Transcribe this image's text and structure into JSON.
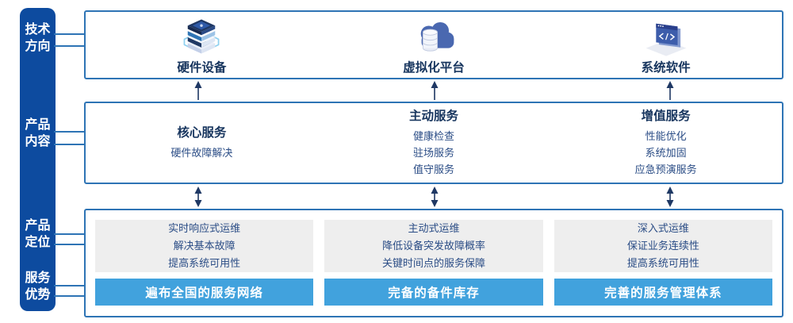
{
  "sidebar": {
    "items": [
      {
        "label": "技术方向",
        "line1": "技术",
        "line2": "方向"
      },
      {
        "label": "产品内容",
        "line1": "产品",
        "line2": "内容"
      },
      {
        "label": "产品定位",
        "line1": "产品",
        "line2": "定位"
      },
      {
        "label": "服务优势",
        "line1": "服务",
        "line2": "优势"
      }
    ]
  },
  "tech_row": {
    "items": [
      {
        "label": "硬件设备",
        "icon": "server-stack-icon"
      },
      {
        "label": "虚拟化平台",
        "icon": "cloud-database-icon"
      },
      {
        "label": "系统软件",
        "icon": "code-window-icon"
      }
    ]
  },
  "content_row": {
    "columns": [
      {
        "heading": "核心服务",
        "items": [
          "硬件故障解决"
        ]
      },
      {
        "heading": "主动服务",
        "items": [
          "健康检查",
          "驻场服务",
          "值守服务"
        ]
      },
      {
        "heading": "增值服务",
        "items": [
          "性能优化",
          "系统加固",
          "应急预演服务"
        ]
      }
    ]
  },
  "bottom_row": {
    "columns": [
      {
        "positioning": [
          "实时响应式运维",
          "解决基本故障",
          "提高系统可用性"
        ],
        "advantage": "遍布全国的服务网络"
      },
      {
        "positioning": [
          "主动式运维",
          "降低设备突发故障概率",
          "关键时间点的服务保障"
        ],
        "advantage": "完备的备件库存"
      },
      {
        "positioning": [
          "深入式运维",
          "保证业务连续性",
          "提高系统可用性"
        ],
        "advantage": "完善的服务管理体系"
      }
    ]
  },
  "colors": {
    "sidebar_bg": "#0d4b9f",
    "box_border": "#2e74b5",
    "heading_text": "#17355e",
    "body_text": "#2b4d86",
    "banner_bg": "#41a2dd",
    "banner_text": "#ffffff",
    "gray_panel_bg": "#eeeeee",
    "arrow": "#1f3864",
    "connector": "#2e74b5"
  }
}
